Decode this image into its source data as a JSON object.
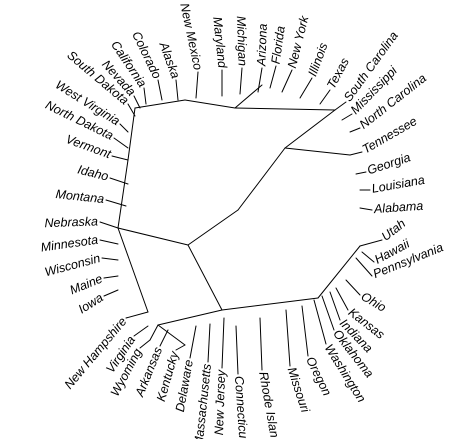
{
  "diagram": {
    "type": "unrooted-tree",
    "line_color": "#000000",
    "leaves": [
      "Utah",
      "Hawaii",
      "Pennsylvania",
      "Ohio",
      "Kansas",
      "Indiana",
      "Oklahoma",
      "Washington",
      "Oregon",
      "Missouri",
      "Rhode Islan",
      "Connecticut",
      "New Jersey",
      "Massachusetts",
      "Delaware",
      "Kentucky",
      "Arkansas",
      "Wyoming",
      "Virginia",
      "New Hampshire",
      "Iowa",
      "Maine",
      "Wisconsin",
      "Minnesota",
      "Nebraska",
      "Montana",
      "Idaho",
      "Vermont",
      "North Dakota",
      "West Virginia",
      "South Dakota",
      "Nevada",
      "California",
      "Colorado",
      "Alaska",
      "New Mexico",
      "Maryland",
      "Michigan",
      "Arizona",
      "Florida",
      "New York",
      "Illinois",
      "Texas",
      "South Carolina",
      "Mississippi",
      "North Carolina",
      "Tennessee",
      "Georgia",
      "Louisiana",
      "Alabama"
    ]
  }
}
